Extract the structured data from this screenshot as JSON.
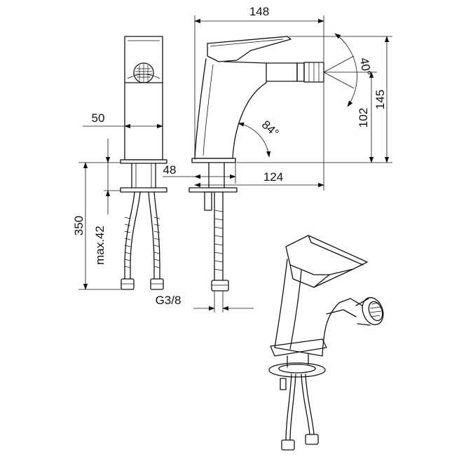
{
  "drawing": {
    "dimensions": {
      "overall_length": "148",
      "spout_angle": "40°",
      "total_height": "145",
      "outlet_height": "102",
      "lever_angle": "84°",
      "body_width": "50",
      "base_offset": "48",
      "spout_reach": "124",
      "hose_length": "350",
      "max_thickness": "max.42",
      "connection": "G3/8"
    },
    "colors": {
      "line": "#111111",
      "background": "#ffffff"
    }
  }
}
